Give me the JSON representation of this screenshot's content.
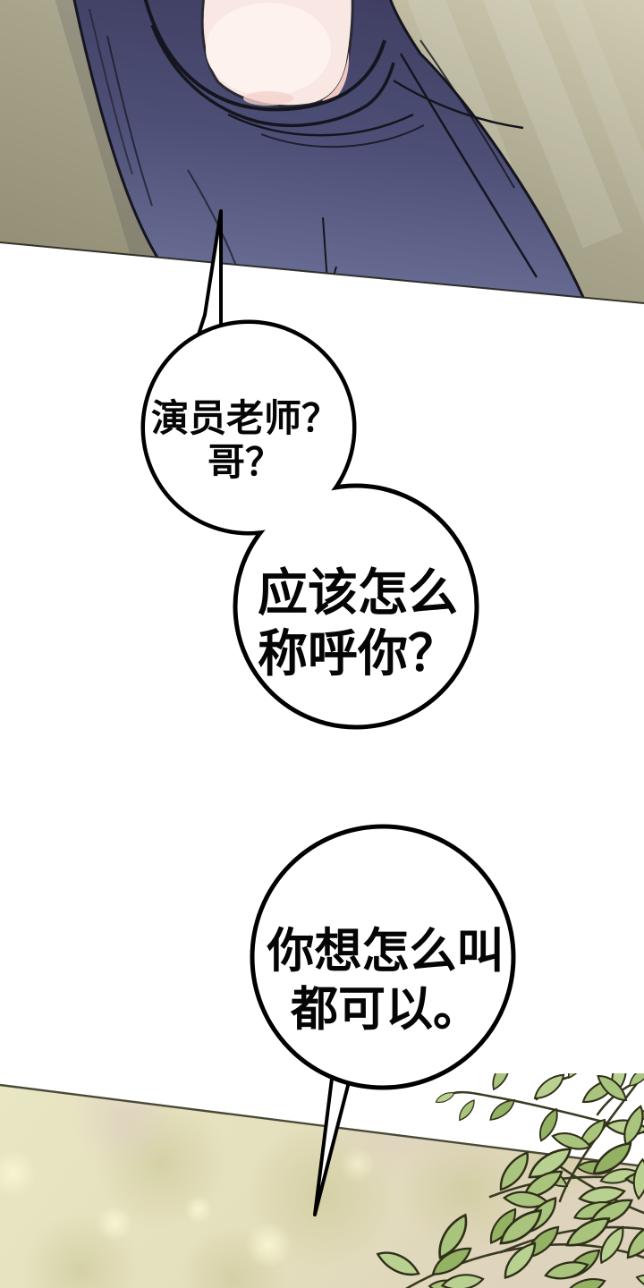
{
  "comic_page": {
    "speech_bubbles": [
      {
        "id": "bubble-1",
        "lines": [
          "演员老师？",
          "哥？"
        ]
      },
      {
        "id": "bubble-2",
        "lines": [
          "应该怎么",
          "称呼你？"
        ]
      },
      {
        "id": "bubble-3",
        "lines": [
          "你想怎么叫",
          "都可以。"
        ]
      }
    ],
    "colors": {
      "top_background_olive": "#a8a48b",
      "top_background_light": "#d0cbb1",
      "shirt_navy_dark": "#43436a",
      "shirt_navy_light": "#70759b",
      "skin": "#f9e7e3",
      "skin_shadow": "#f1c9c4",
      "line_art": "#15151f",
      "bubble_outline": "#000000",
      "bubble_fill": "#ffffff",
      "bottom_background_left": "#e9e6c4",
      "bottom_background_right": "#ded3bc",
      "bokeh_light": "#f6f4cf",
      "leaf_green_mid": "#a9c47c",
      "leaf_green_light": "#b9d190",
      "leaf_green_dark": "#94b264",
      "leaf_outline": "#30301a"
    }
  }
}
